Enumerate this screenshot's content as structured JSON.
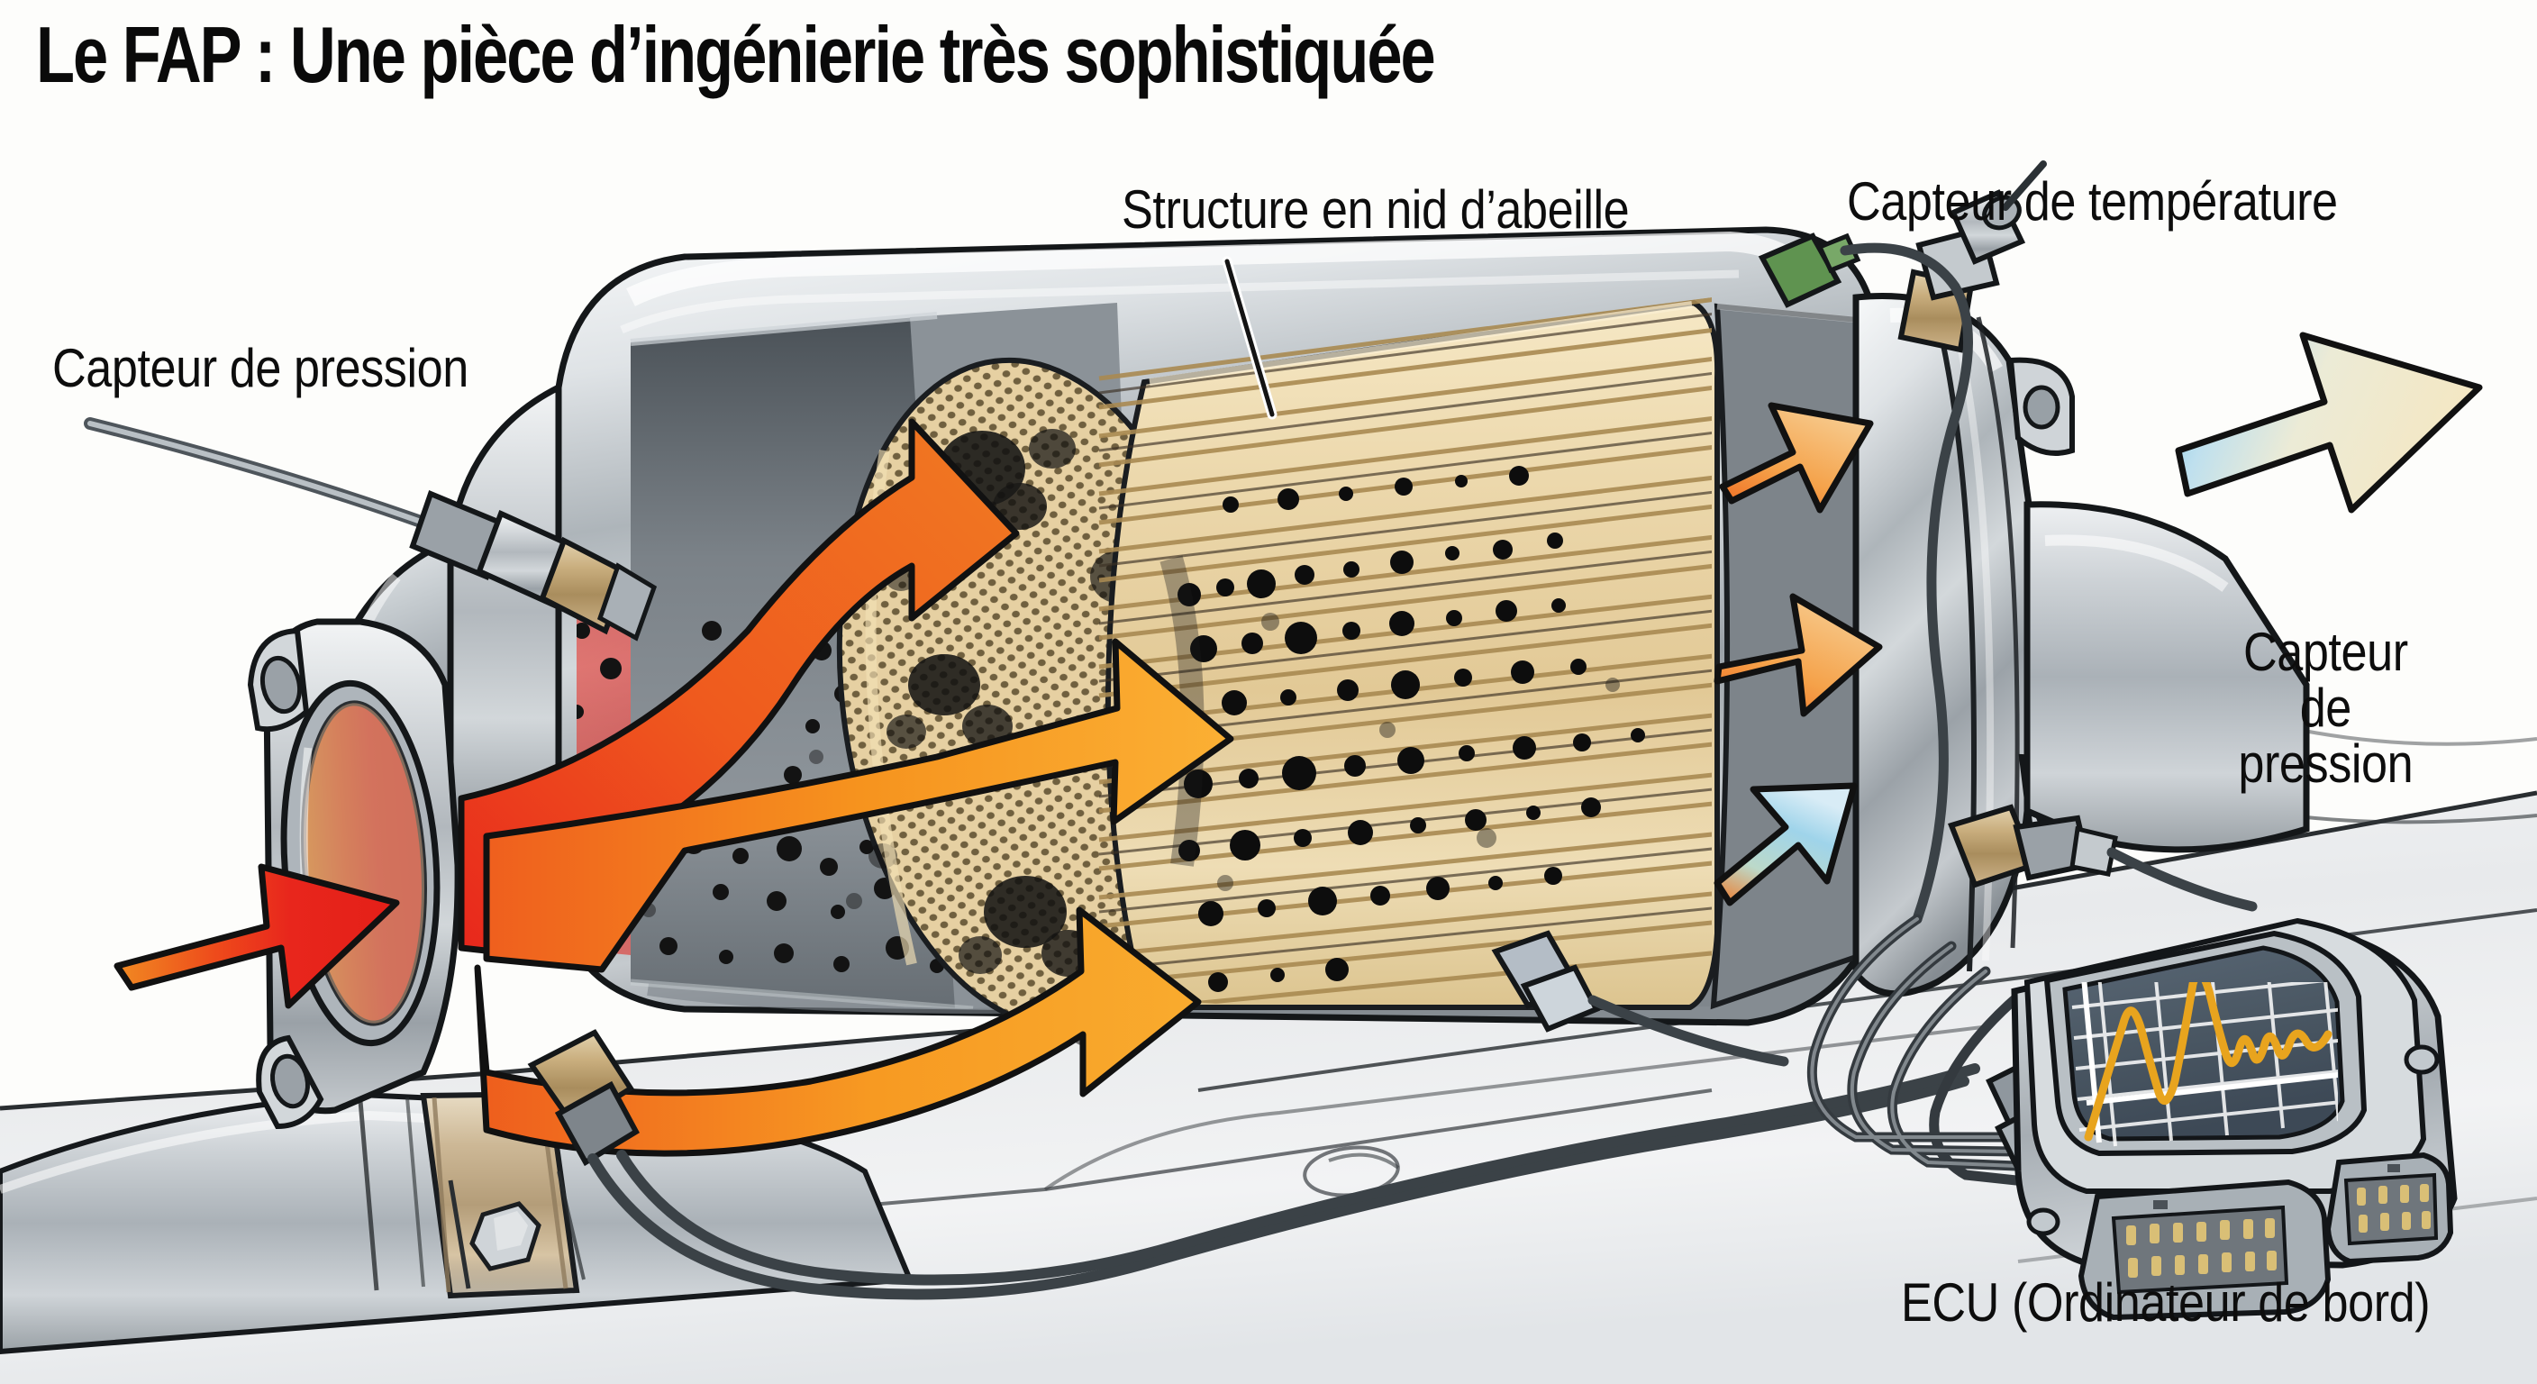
{
  "title": "Le FAP : Une pièce d’ingénierie très sophistiquée",
  "labels": {
    "pressure_sensor_left": "Capteur de pression",
    "honeycomb_structure": "Structure en nid d’abeille",
    "temperature_sensor": "Capteur de température",
    "pressure_sensor_right_line1": "Capteur de",
    "pressure_sensor_right_line2": "pression",
    "ecu": "ECU (Ordinateur de bord)"
  },
  "colors": {
    "background": "#fdfdfb",
    "title_text": "#0a0a0a",
    "label_text": "#0d0d0d",
    "outline": "#111111",
    "metal_light": "#e9ebec",
    "metal_mid": "#b9bec2",
    "metal_dark": "#8e9499",
    "metal_shadow": "#6e747a",
    "cutaway_grey": "#7e858b",
    "honeycomb_tan": "#e3cd9e",
    "honeycomb_cell": "#6b5a3b",
    "monolith_beige": "#efdcb3",
    "monolith_line": "#b79a63",
    "soot_black": "#111111",
    "arrow_red": "#e8261c",
    "arrow_orange": "#f07a22",
    "arrow_amber": "#f9a825",
    "arrow_blue": "#8ecfe8",
    "arrow_cream": "#f2e3c0",
    "brass": "#c3a97e",
    "brass_dark": "#a58a5e",
    "green_connector": "#5c8f4e",
    "ecu_screen": "#4e5a66",
    "ecu_trace": "#e8a41e",
    "ecu_grid": "#ffffff",
    "cable": "#5e656b",
    "floor_light": "#f1f2f3",
    "floor_shade": "#dcdfe2"
  },
  "elements": {
    "inlet_arrow": "hot exhaust gas entering (orange to red gradient)",
    "branch_arrows": "three branching arrows from red to orange entering honeycomb face",
    "outlet_arrows": "orange to blue gradient arrows leaving filter",
    "exhaust_out_arrow": "large blue to cream arrow exiting tailpipe",
    "honeycomb_face": "circular honeycomb filter face with black soot deposits",
    "monolith_body": "striped ceramic monolith with soot specks",
    "ecu_waveform": "amber oscilloscope trace on dark blue-grey screen with white grid"
  }
}
